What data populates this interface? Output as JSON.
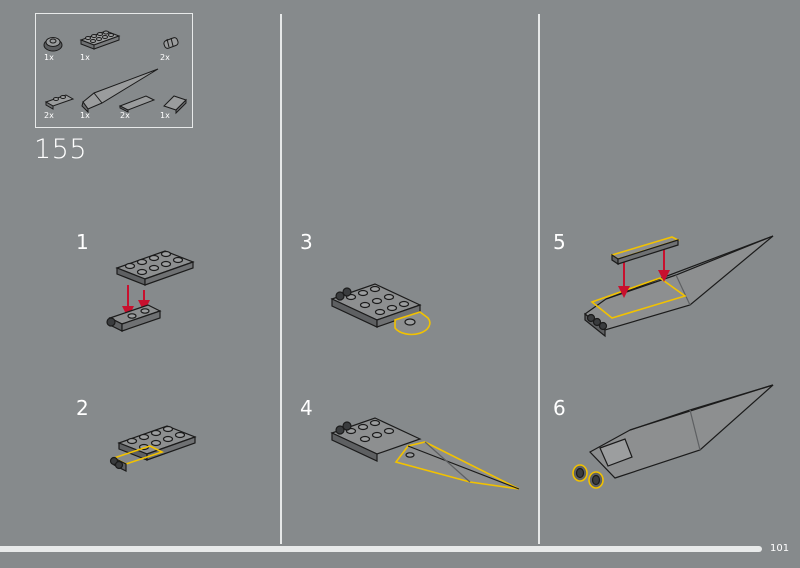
{
  "parts_list": {
    "items": [
      {
        "icon": "round-turntable-icon",
        "qty": "1x"
      },
      {
        "icon": "plate-2x4-icon",
        "qty": "1x"
      },
      {
        "icon": "hinge-cylinder-icon",
        "qty": "2x"
      },
      {
        "icon": "plate-hinge-1x2-icon",
        "qty": "2x"
      },
      {
        "icon": "wedge-spike-icon",
        "qty": "1x"
      },
      {
        "icon": "tile-1x4-icon",
        "qty": "2x"
      },
      {
        "icon": "slope-tile-icon",
        "qty": "1x"
      }
    ]
  },
  "main_step": "155",
  "substeps": [
    "1",
    "2",
    "3",
    "4",
    "5",
    "6"
  ],
  "page_number": "101",
  "colors": {
    "background": "#868a8c",
    "highlight": "#f2c200",
    "arrow": "#c8102e",
    "brick": "#8d8f90",
    "outline": "#1b1b1b"
  }
}
